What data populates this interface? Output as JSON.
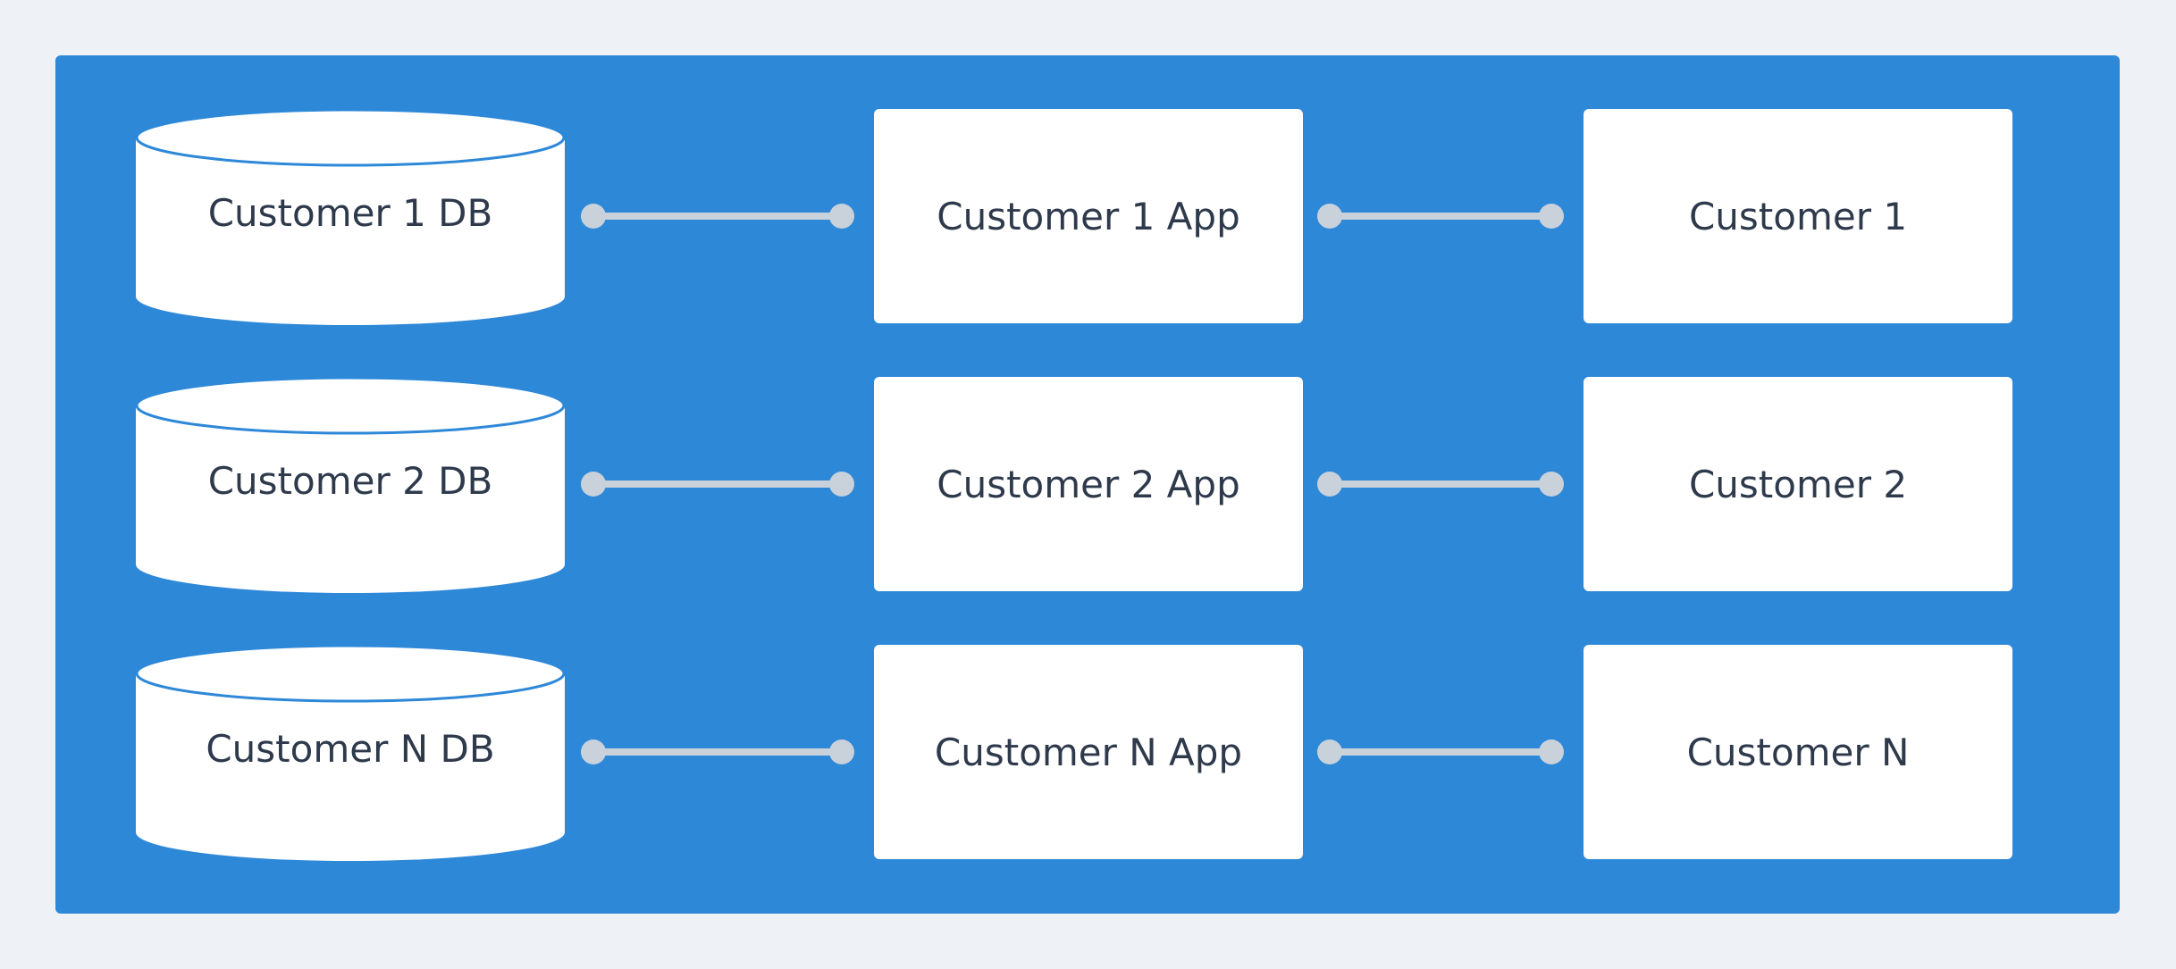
{
  "diagram": {
    "rows": [
      {
        "db": "Customer 1 DB",
        "app": "Customer 1 App",
        "customer": "Customer 1"
      },
      {
        "db": "Customer 2 DB",
        "app": "Customer 2 App",
        "customer": "Customer 2"
      },
      {
        "db": "Customer N DB",
        "app": "Customer N App",
        "customer": "Customer N"
      }
    ],
    "colors": {
      "background": "#eef2f6",
      "panel": "#2e88d8",
      "node_fill": "#ffffff",
      "connector": "#c9d1da",
      "text": "#2e3a4c"
    }
  }
}
